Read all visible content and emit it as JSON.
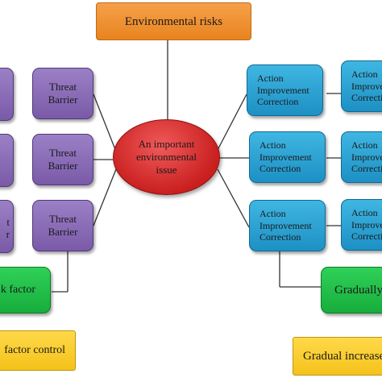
{
  "top_node": "Environmental risks",
  "center_node": "An important\nenvironmental\nissue",
  "left_barriers": [
    "Threat\nBarrier",
    "Threat\nBarrier",
    "Threat\nBarrier"
  ],
  "left_partial_labels": [
    "t",
    "r"
  ],
  "left_green": "k factor",
  "left_yellow": "factor control",
  "right_actions": [
    "Action\nImprovement\nCorrection",
    "Action\nImprovement\nCorrection",
    "Action\nImprovement\nCorrection"
  ],
  "right_actions_cut": [
    "Action\nImprove\nCorrecti",
    "Action\nImprove\nCorrecti",
    "Action\nImprove\nCorrecti"
  ],
  "right_green": "Gradually",
  "right_yellow": "Gradual increase",
  "colors": {
    "top": "#f08c24",
    "center": "#d42a2a",
    "barrier": "#8a6bb8",
    "action": "#2aa3d6",
    "green": "#22c04a",
    "yellow": "#f8cb25",
    "connector": "#333333"
  }
}
